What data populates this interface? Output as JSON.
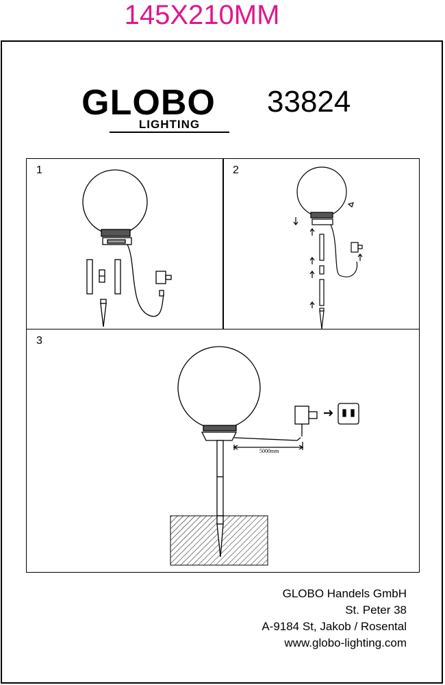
{
  "header": {
    "size_label": "145X210MM",
    "size_color": "#e0168c"
  },
  "logo": {
    "brand": "GLOBO",
    "sub": "LIGHTING"
  },
  "model_number": "33824",
  "steps": [
    {
      "number": "1"
    },
    {
      "number": "2"
    },
    {
      "number": "3",
      "cable_length": "5000mm"
    }
  ],
  "address": {
    "company": "GLOBO Handels GmbH",
    "street": "St. Peter 38",
    "city": "A-9184 St, Jakob / Rosental",
    "website": "www.globo-lighting.com"
  }
}
